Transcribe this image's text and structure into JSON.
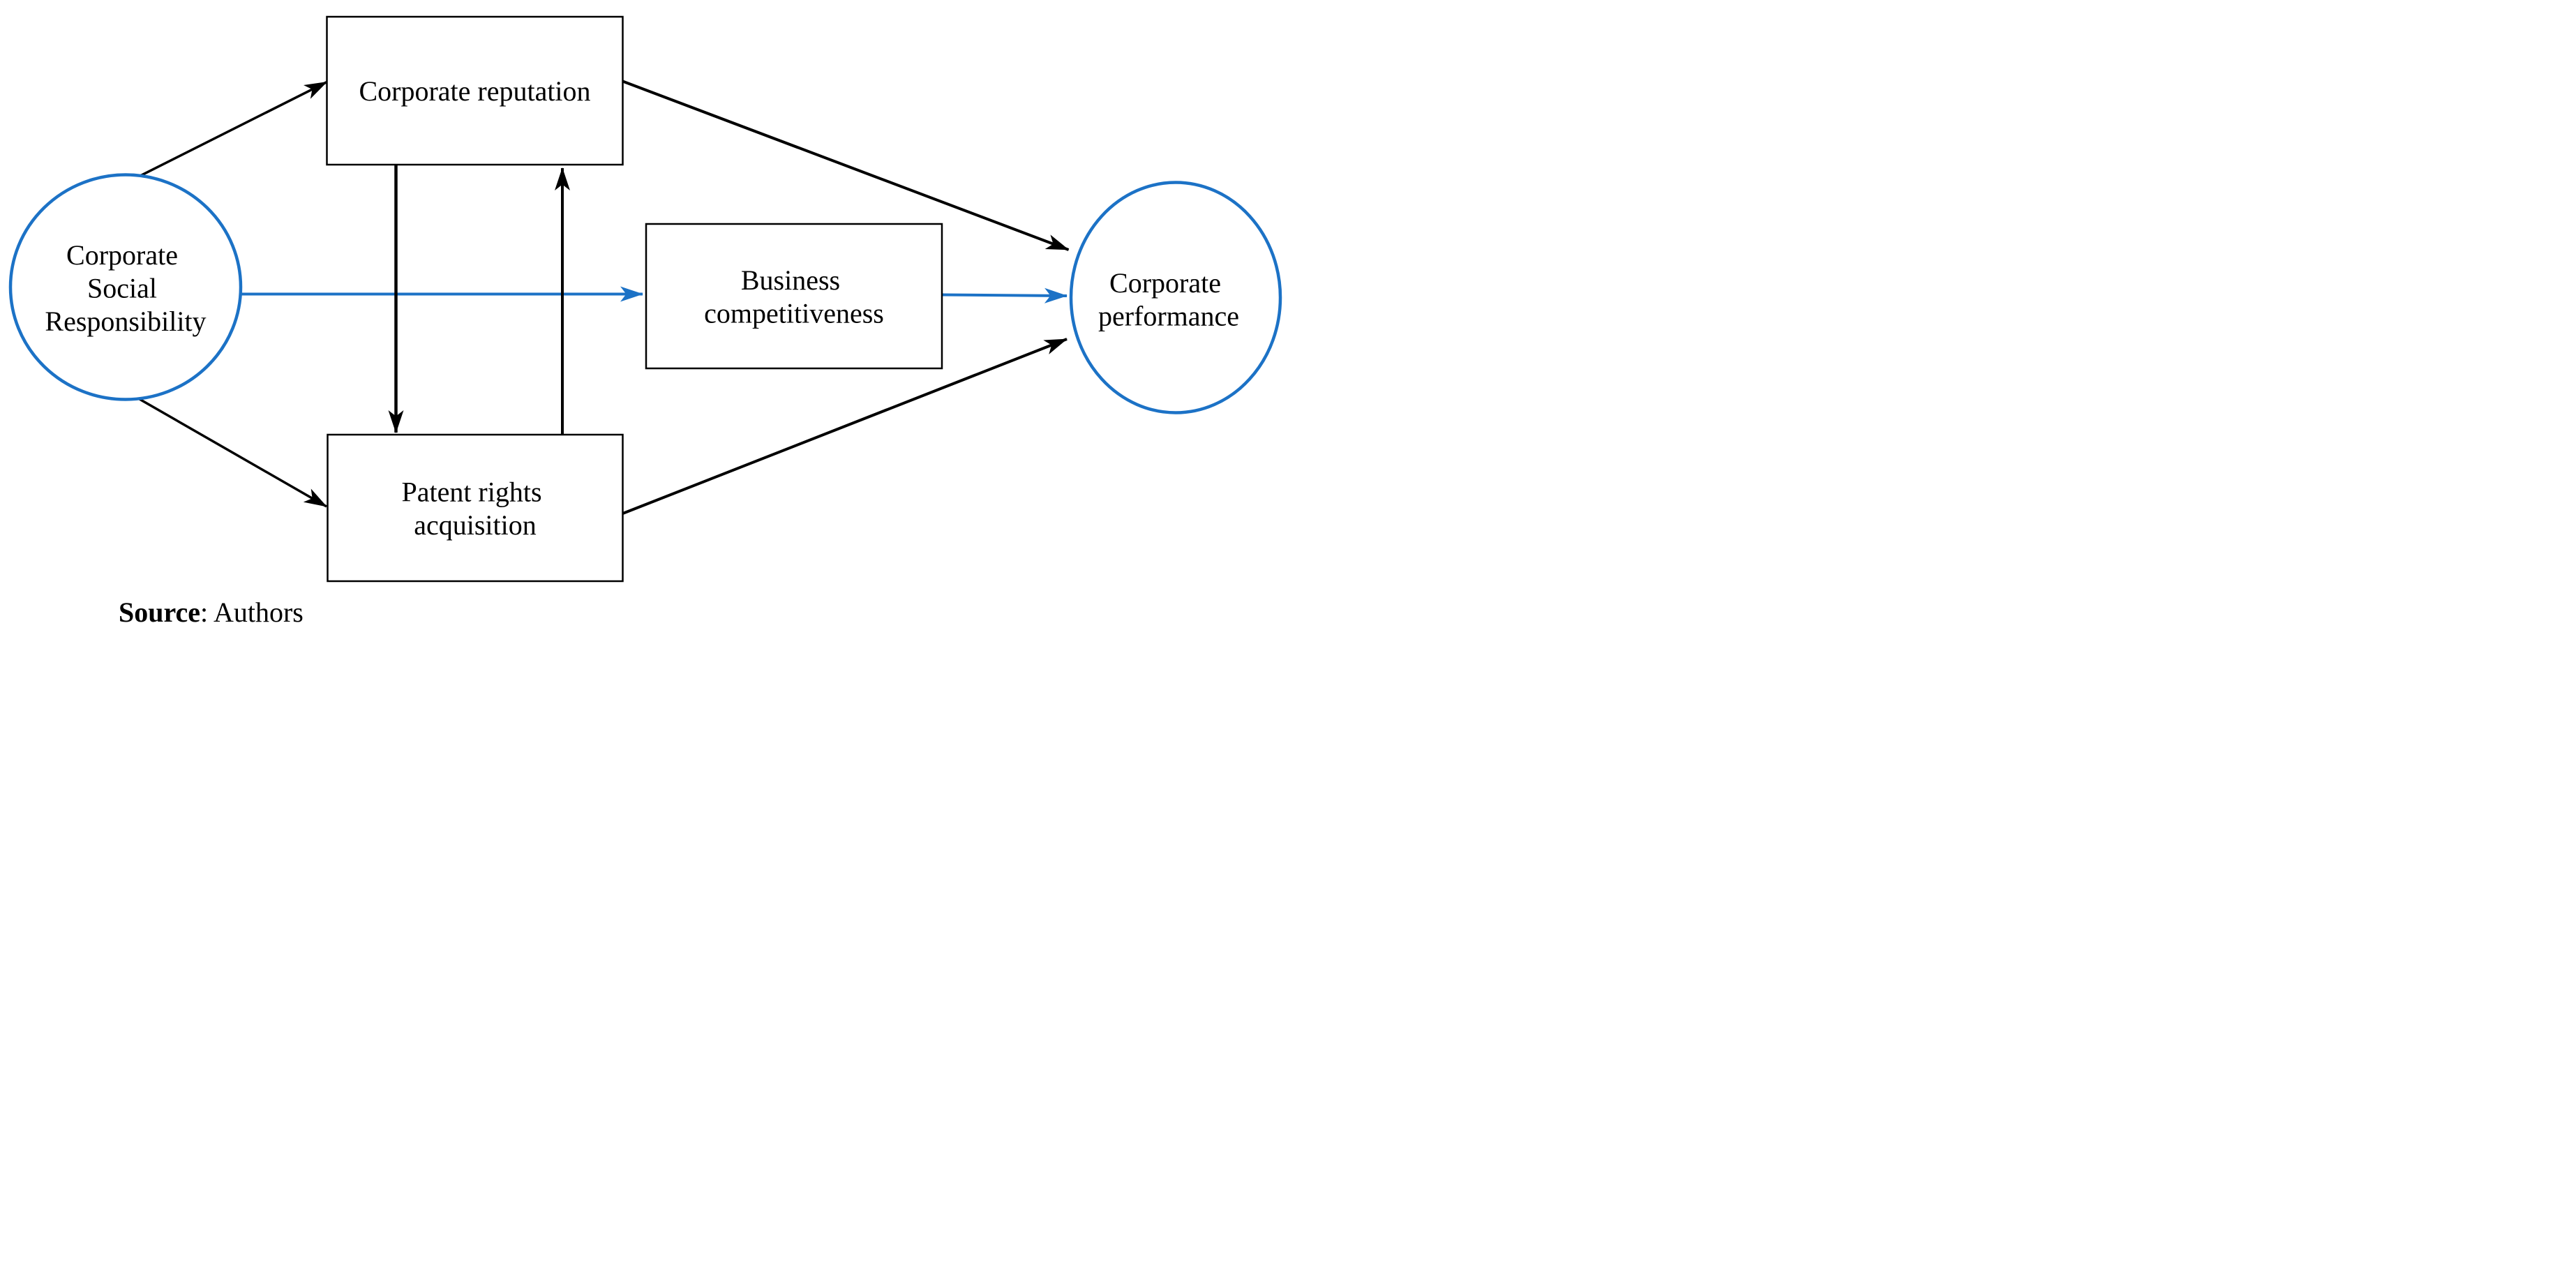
{
  "diagram": {
    "type": "concept-model",
    "nodes": {
      "csr": {
        "shape": "ellipse",
        "lines": [
          "Corporate",
          "Social",
          "Responsibility"
        ]
      },
      "corporate_reputation": {
        "shape": "rect",
        "label": "Corporate reputation"
      },
      "business_competitiveness": {
        "shape": "rect",
        "lines": [
          "Business",
          "competitiveness"
        ]
      },
      "patent_rights_acquisition": {
        "shape": "rect",
        "lines": [
          "Patent rights",
          "acquisition"
        ]
      },
      "corporate_performance": {
        "shape": "ellipse",
        "lines": [
          "Corporate",
          "performance"
        ]
      }
    },
    "edges": [
      {
        "from": "csr",
        "to": "corporate_reputation",
        "color": "black"
      },
      {
        "from": "csr",
        "to": "business_competitiveness",
        "color": "blue"
      },
      {
        "from": "csr",
        "to": "patent_rights_acquisition",
        "color": "black"
      },
      {
        "from": "corporate_reputation",
        "to": "patent_rights_acquisition",
        "color": "black"
      },
      {
        "from": "patent_rights_acquisition",
        "to": "corporate_reputation",
        "color": "black"
      },
      {
        "from": "corporate_reputation",
        "to": "corporate_performance",
        "color": "black"
      },
      {
        "from": "business_competitiveness",
        "to": "corporate_performance",
        "color": "blue"
      },
      {
        "from": "patent_rights_acquisition",
        "to": "corporate_performance",
        "color": "black"
      }
    ],
    "source_note": {
      "bold": "Source",
      "rest": ": Authors"
    },
    "colors": {
      "accent_blue": "#1C72C6",
      "line_black": "#000000",
      "background": "#FFFFFF"
    }
  }
}
